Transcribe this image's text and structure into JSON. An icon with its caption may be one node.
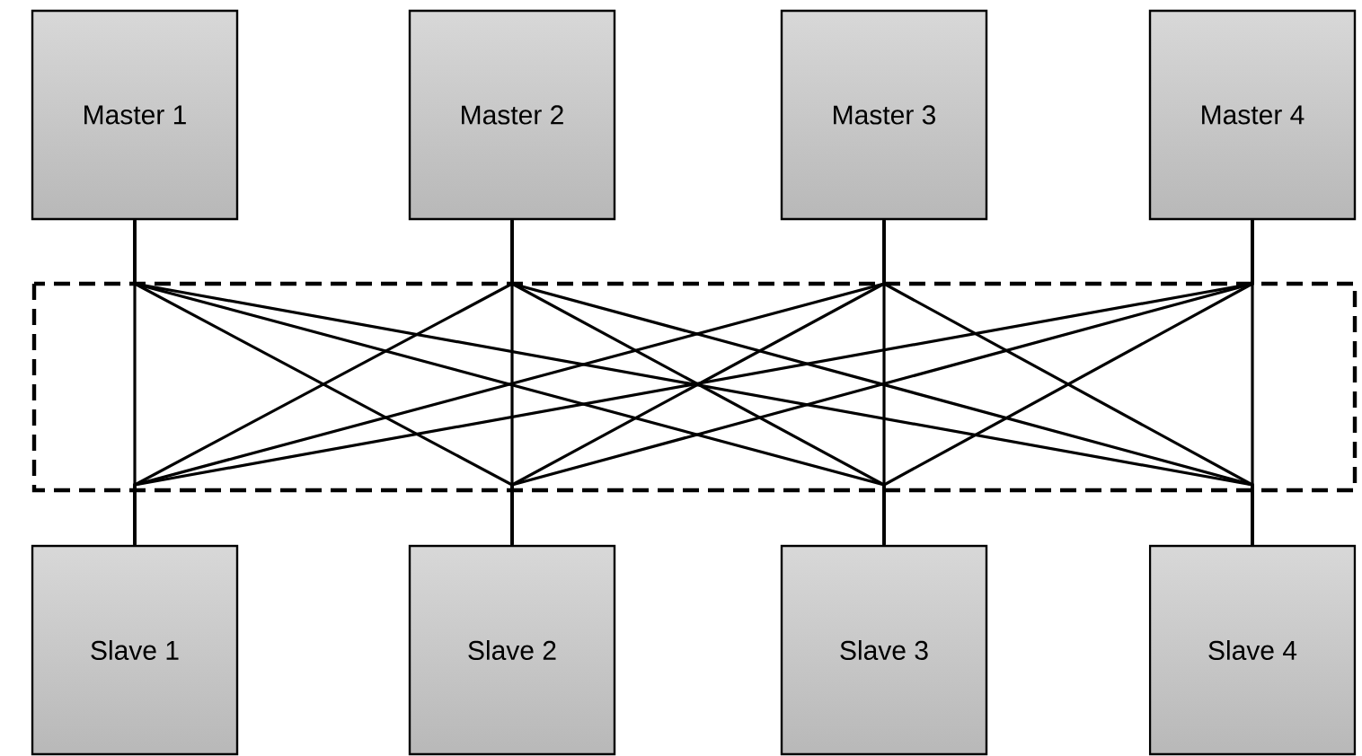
{
  "diagram": {
    "nodes": [
      {
        "text": [
          "Master 1"
        ]
      },
      {
        "text": [
          "Master 2"
        ]
      },
      {
        "text": [
          "Master 3"
        ]
      },
      {
        "text": [
          "Master 4"
        ]
      },
      {
        "text": [
          "Slave 1"
        ]
      },
      {
        "text": [
          "Slave 2"
        ]
      },
      {
        "text": [
          "Slave 3"
        ]
      },
      {
        "text": [
          "Slave 4"
        ]
      }
    ],
    "edges": [
      {
        "from": 0,
        "to": 4,
        "arrow": "none"
      },
      {
        "from": 0,
        "to": 5,
        "arrow": "none"
      },
      {
        "from": 0,
        "to": 6,
        "arrow": "none"
      },
      {
        "from": 0,
        "to": 7,
        "arrow": "none"
      },
      {
        "from": 1,
        "to": 4,
        "arrow": "none"
      },
      {
        "from": 1,
        "to": 5,
        "arrow": "none"
      },
      {
        "from": 1,
        "to": 6,
        "arrow": "none"
      },
      {
        "from": 1,
        "to": 7,
        "arrow": "none"
      },
      {
        "from": 2,
        "to": 4,
        "arrow": "none"
      },
      {
        "from": 2,
        "to": 5,
        "arrow": "none"
      },
      {
        "from": 2,
        "to": 6,
        "arrow": "none"
      },
      {
        "from": 2,
        "to": 7,
        "arrow": "none"
      },
      {
        "from": 3,
        "to": 4,
        "arrow": "none"
      },
      {
        "from": 3,
        "to": 5,
        "arrow": "none"
      },
      {
        "from": 3,
        "to": 6,
        "arrow": "none"
      },
      {
        "from": 3,
        "to": 7,
        "arrow": "none"
      }
    ]
  }
}
